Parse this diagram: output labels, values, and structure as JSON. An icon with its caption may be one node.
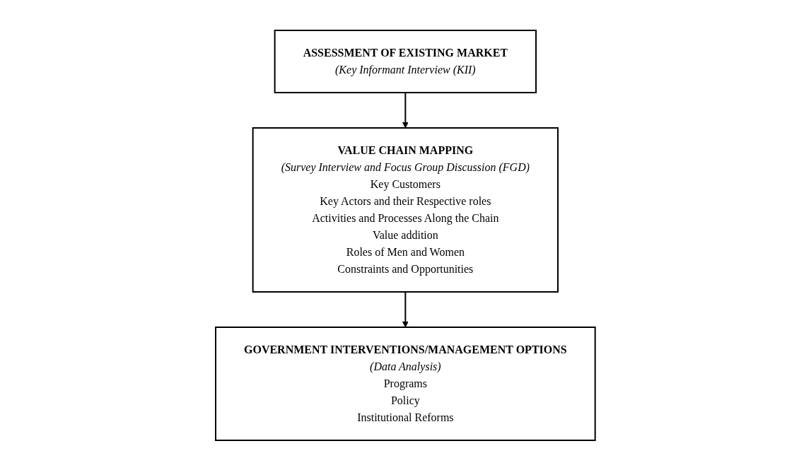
{
  "diagram": {
    "nodes": [
      {
        "text": [
          "ASSESSMENT OF EXISTING MARKET",
          "(Key Informant Interview (KII)"
        ]
      },
      {
        "text": [
          "VALUE CHAIN MAPPING",
          "(Survey Interview and Focus Group Discussion (FGD)",
          "Key Customers",
          "Key Actors and their Respective roles",
          "Activities and Processes Along the Chain",
          "Value addition",
          "Roles of Men and Women",
          "Constraints and Opportunities"
        ]
      },
      {
        "text": [
          "GOVERNMENT INTERVENTIONS/MANAGEMENT OPTIONS",
          "(Data Analysis)",
          "Programs",
          "Policy",
          "Institutional Reforms"
        ]
      }
    ],
    "edges": [
      {
        "from": 0,
        "to": 1,
        "arrow": "to"
      },
      {
        "from": 1,
        "to": 2,
        "arrow": "to"
      }
    ]
  }
}
